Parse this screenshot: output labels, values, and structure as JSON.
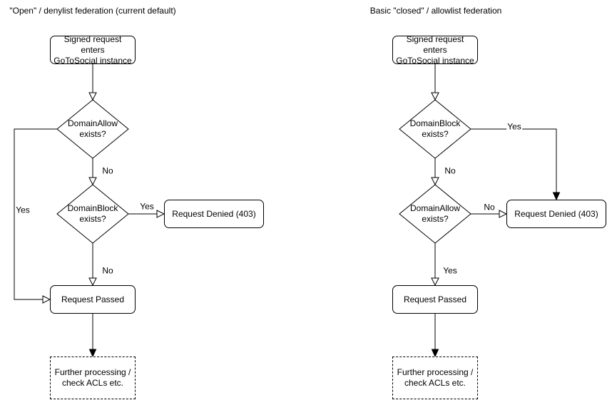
{
  "diagram": {
    "background_color": "#ffffff",
    "stroke_color": "#000000",
    "text_color": "#000000",
    "node_fill_color": "#ffffff"
  },
  "charts": [
    {
      "title": "\"Open\" / denylist federation (current default)",
      "nodes": {
        "start": "Signed request enters\nGoToSocial instance",
        "decision1": "DomainAllow\nexists?",
        "decision2": "DomainBlock\nexists?",
        "denied": "Request Denied (403)",
        "passed": "Request Passed",
        "further": "Further processing /\ncheck ACLs etc."
      },
      "edge_labels": {
        "decision1_yes": "Yes",
        "decision1_no": "No",
        "decision2_yes": "Yes",
        "decision2_no": "No"
      }
    },
    {
      "title": "Basic \"closed\" / allowlist federation",
      "nodes": {
        "start": "Signed request enters\nGoToSocial instance",
        "decision1": "DomainBlock\nexists?",
        "decision2": "DomainAllow\nexists?",
        "denied": "Request Denied (403)",
        "passed": "Request Passed",
        "further": "Further processing /\ncheck ACLs etc."
      },
      "edge_labels": {
        "decision1_yes": "Yes",
        "decision1_no": "No",
        "decision2_no": "No",
        "decision2_yes": "Yes"
      }
    }
  ]
}
